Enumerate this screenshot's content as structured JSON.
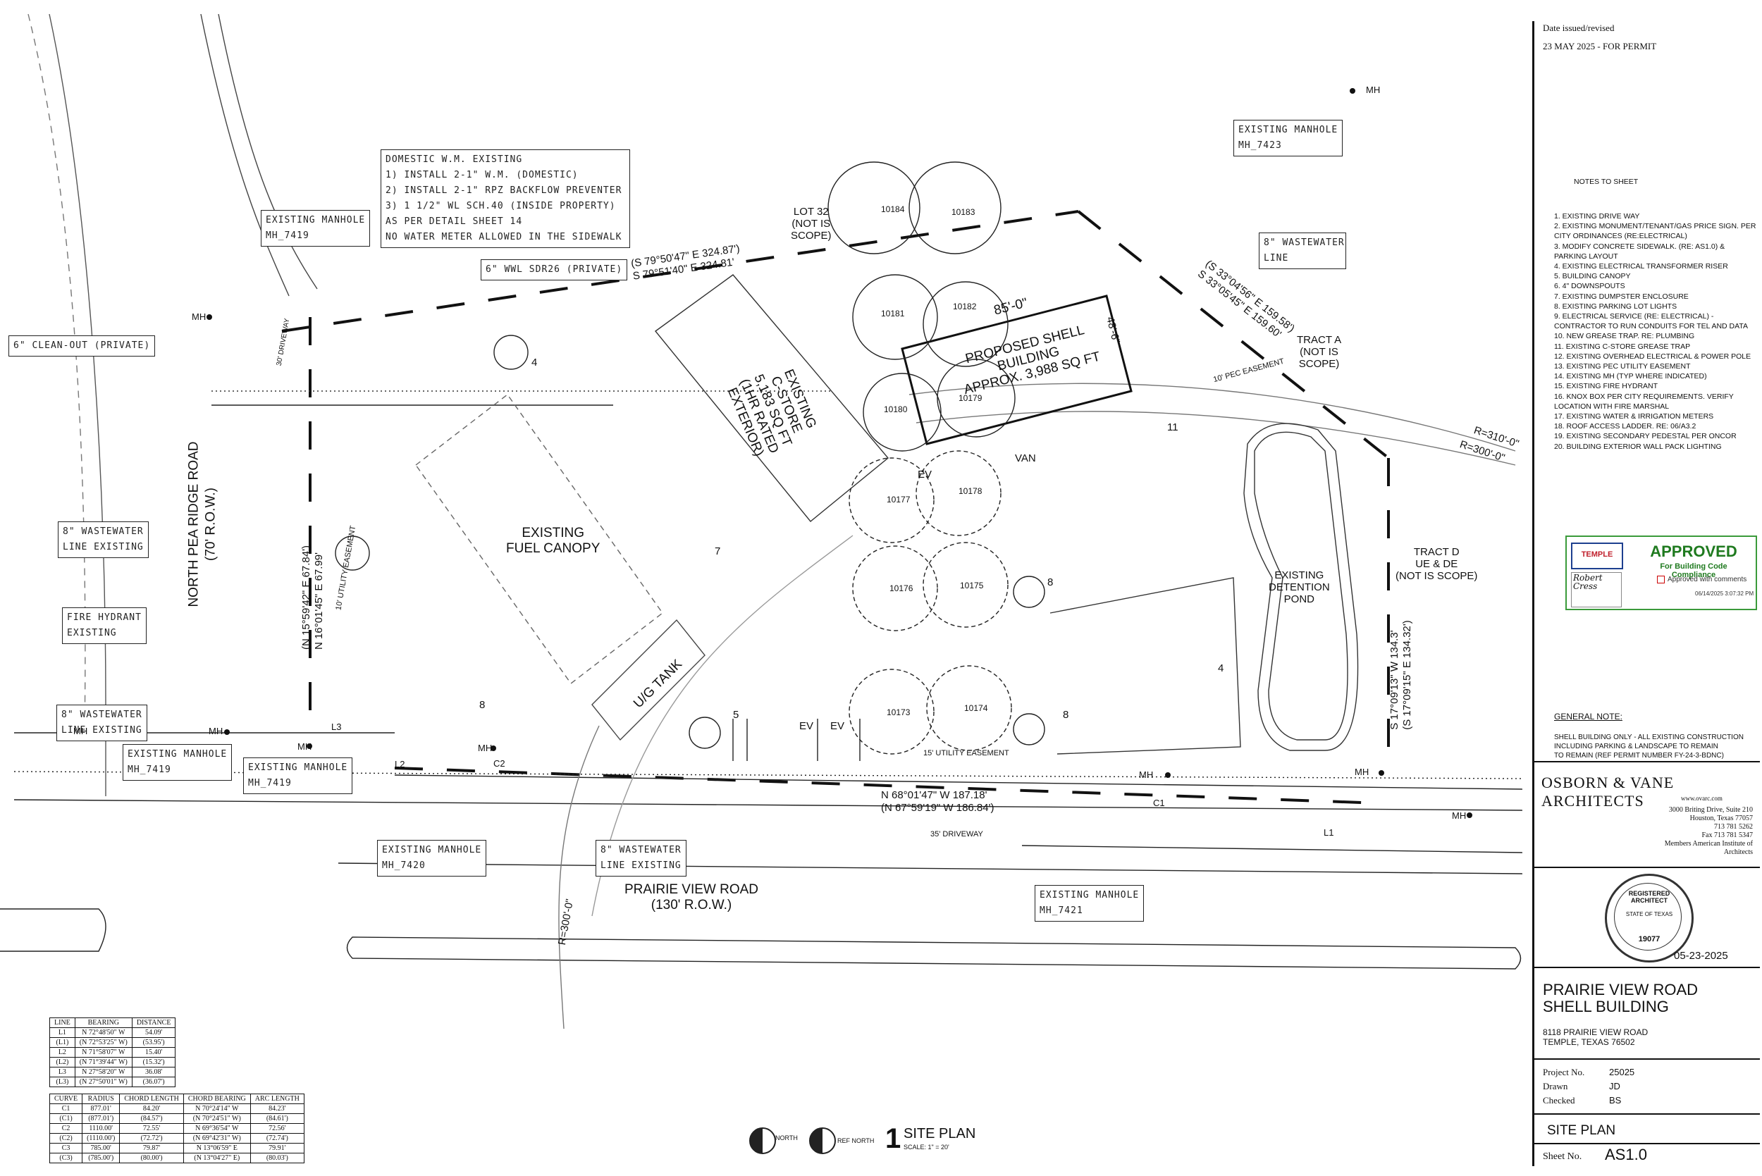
{
  "title_block": {
    "date_label": "Date issued/revised",
    "date_value": "23 MAY 2025 - FOR PERMIT",
    "notes_title": "NOTES TO SHEET",
    "notes": [
      "1.   EXISTING DRIVE WAY",
      "2.   EXISTING MONUMENT/TENANT/GAS PRICE SIGN. PER",
      "      CITY ORDINANCES (RE:ELECTRICAL)",
      "3.   MODIFY CONCRETE SIDEWALK. (RE: AS1.0) &",
      "      PARKING LAYOUT",
      "4.   EXISTING ELECTRICAL TRANSFORMER RISER",
      "5.   BUILDING CANOPY",
      "6.   4\" DOWNSPOUTS",
      "7.   EXISTING DUMPSTER ENCLOSURE",
      "8.   EXISTING PARKING LOT LIGHTS",
      "9.   ELECTRICAL SERVICE (RE: ELECTRICAL) -",
      "      CONTRACTOR TO RUN CONDUITS FOR TEL AND DATA",
      "10. NEW GREASE TRAP. RE: PLUMBING",
      "11. EXISTING C-STORE GREASE TRAP",
      "12. EXISTING OVERHEAD ELECTRICAL & POWER POLE",
      "13. EXISTING PEC UTILITY  EASEMENT",
      "14. EXISTING MH (TYP WHERE INDICATED)",
      "15. EXISTING FIRE HYDRANT",
      "16. KNOX BOX PER CITY REQUIREMENTS. VERIFY",
      "      LOCATION WITH FIRE MARSHAL",
      "17. EXISTING WATER & IRRIGATION METERS",
      "18. ROOF ACCESS LADDER. RE: 06/A3.2",
      "19. EXISTING SECONDARY PEDESTAL PER ONCOR",
      "20. BUILDING EXTERIOR WALL PACK LIGHTING"
    ],
    "stamp": {
      "city_logo": "TEMPLE",
      "title": "APPROVED",
      "subtitle": "For Building Code Compliance",
      "checkbox_label": "Approved with comments",
      "signature": "Robert Cress",
      "date": "06/14/2025 3:07:32 PM"
    },
    "general_note_title": "GENERAL NOTE:",
    "general_note": [
      "SHELL BUILDING ONLY - ALL EXISTING CONSTRUCTION",
      "INCLUDING PARKING & LANDSCAPE TO REMAIN",
      "TO REMAIN (REF PERMIT NUMBER  FY-24-3-BDNC)"
    ],
    "firm": {
      "name": "OSBORN & VANE ARCHITECTS",
      "web": "www.ovarc.com",
      "address1": "3000 Briting Drive, Suite 210",
      "address2": "Houston, Texas 77057",
      "phone": "713 781 5262",
      "fax": "Fax 713 781 5347",
      "member": "Members American Institute of Architects"
    },
    "seal": {
      "text": "REGISTERED ARCHITECT",
      "state": "STATE OF TEXAS",
      "number": "19077",
      "date": "05-23-2025"
    },
    "project_title_1": "PRAIRIE VIEW ROAD",
    "project_title_2": "SHELL BUILDING",
    "address_1": "8118 PRAIRIE VIEW ROAD",
    "address_2": "TEMPLE, TEXAS 76502",
    "project_no_label": "Project No.",
    "project_no": "25025",
    "drawn_label": "Drawn",
    "drawn": "JD",
    "checked_label": "Checked",
    "checked": "BS",
    "sheet_title": "SITE PLAN",
    "sheet_no_label": "Sheet No.",
    "sheet_no": "AS1.0"
  },
  "plan": {
    "callouts": {
      "domestic": [
        "DOMESTIC W.M. EXISTING",
        "1)   INSTALL 2-1\" W.M. (DOMESTIC)",
        "2)   INSTALL 2-1\" RPZ BACKFLOW PREVENTER",
        "3) 1 1/2\" WL SCH.40 (INSIDE PROPERTY)",
        "AS PER DETAIL SHEET 14",
        "NO WATER METER ALLOWED IN THE SIDEWALK"
      ],
      "mh_7419_top": [
        "EXISTING MANHOLE",
        "MH_7419"
      ],
      "mh_7423": [
        "EXISTING MANHOLE",
        "MH_7423"
      ],
      "wastewater_right": [
        "8\" WASTEWATER",
        "LINE"
      ],
      "wwl_sdr26": [
        "6\" WWL SDR26 (PRIVATE)"
      ],
      "cleanout": [
        "6\" CLEAN-OUT (PRIVATE)"
      ],
      "ww_existing_1": [
        "8\" WASTEWATER",
        "LINE EXISTING"
      ],
      "fire_hydrant": [
        "FIRE HYDRANT",
        "EXISTING"
      ],
      "ww_existing_2": [
        "8\" WASTEWATER",
        "LINE EXISTING"
      ],
      "mh_7419_a": [
        "EXISTING MANHOLE",
        "MH_7419"
      ],
      "mh_7419_b": [
        "EXISTING MANHOLE",
        "MH_7419"
      ],
      "mh_7420": [
        "EXISTING MANHOLE",
        "MH_7420"
      ],
      "ww_existing_3": [
        "8\" WASTEWATER",
        "LINE EXISTING"
      ],
      "mh_7421": [
        "EXISTING MANHOLE",
        "MH_7421"
      ]
    },
    "labels": {
      "lot32": [
        "LOT 32",
        "(NOT IS",
        "SCOPE)"
      ],
      "tract_a": [
        "TRACT A",
        "(NOT IS",
        "SCOPE)"
      ],
      "tract_d": [
        "TRACT D",
        "UE & DE",
        "(NOT IS SCOPE)"
      ],
      "proposed": [
        "PROPOSED SHELL",
        "BUILDING",
        "APPROX. 3,988 SQ FT"
      ],
      "c_store": [
        "EXISTING",
        "C-STORE",
        "5,183 SQ FT",
        "(1HR RATED",
        "EXTERIOR)"
      ],
      "canopy": [
        "EXISTING",
        "FUEL CANOPY"
      ],
      "detention": [
        "EXISTING",
        "DETENTION",
        "POND"
      ],
      "ug_tank": "U/G TANK",
      "north_road": [
        "NORTH PEA RIDGE ROAD",
        "(70' R.O.W.)"
      ],
      "prairie_road": [
        "PRAIRIE VIEW ROAD",
        "(130' R.O.W.)"
      ],
      "bearing_top": [
        "(S 79°50'47\" E 324.87')",
        "S 79°51'40\" E 324.81'"
      ],
      "bearing_right_top": [
        "(S 33°04'56\" E 159.58')",
        "S 33°05'45\" E 159.60'"
      ],
      "bearing_right": [
        "S 17°09'13\" W 134.3'",
        "(S 17°09'15\" E 134.32')"
      ],
      "bearing_left": [
        "(N 15°59'42\" E 67.84')",
        "N 16°01'45\" E 67.99'"
      ],
      "bearing_bottom": [
        "N 68°01'47\" W 187.18'",
        "(N 67°59'19\" W 186.84')"
      ],
      "dim_85": "85'-0\"",
      "dim_48": "48'-6\"",
      "van": "VAN",
      "ev": "EV",
      "driveway_35": "35' DRIVEWAY",
      "driveway_30": "30' DRIVEWAY",
      "utility_15": "15' UTILITY EASEMENT",
      "pec_easement": "10' PEC EASEMENT",
      "util_easement_left": "10' UTILITY EASEMENT",
      "r_310": "R=310'-0\"",
      "r_300": "R=300'-0\"",
      "r_300_b": "R=300'-0\"",
      "mh": "MH",
      "trees": [
        "10184",
        "10183",
        "10181",
        "10182",
        "10180",
        "10179",
        "10177",
        "10178",
        "10176",
        "10175",
        "10173",
        "10174"
      ],
      "stall_counts": [
        "4",
        "7",
        "8",
        "11",
        "8",
        "4",
        "8",
        "5"
      ],
      "points": [
        "L1",
        "L2",
        "L3",
        "C1",
        "C2"
      ]
    },
    "north_label": "NORTH",
    "ref_north_label": "REF NORTH",
    "view_number": "1",
    "view_title": "SITE PLAN",
    "scale": "SCALE:  1\" = 20'"
  },
  "line_table": {
    "headers": [
      "LINE",
      "BEARING",
      "DISTANCE"
    ],
    "rows": [
      [
        "L1",
        "N 72°48'50\" W",
        "54.09'"
      ],
      [
        "(L1)",
        "(N 72°53'25\" W)",
        "(53.95')"
      ],
      [
        "L2",
        "N 71°58'07\" W",
        "15.40'"
      ],
      [
        "(L2)",
        "(N 71°39'44\" W)",
        "(15.32')"
      ],
      [
        "L3",
        "N 27°58'20\" W",
        "36.08'"
      ],
      [
        "(L3)",
        "(N 27°50'01\" W)",
        "(36.07')"
      ]
    ]
  },
  "curve_table": {
    "headers": [
      "CURVE",
      "RADIUS",
      "CHORD LENGTH",
      "CHORD BEARING",
      "ARC LENGTH"
    ],
    "rows": [
      [
        "C1",
        "877.01'",
        "84.20'",
        "N 70°24'14\" W",
        "84.23'"
      ],
      [
        "(C1)",
        "(877.01')",
        "(84.57')",
        "(N 70°24'51\" W)",
        "(84.61')"
      ],
      [
        "C2",
        "1110.00'",
        "72.55'",
        "N 69°36'54\" W",
        "72.56'"
      ],
      [
        "(C2)",
        "(1110.00')",
        "(72.72')",
        "(N 69°42'31\" W)",
        "(72.74')"
      ],
      [
        "C3",
        "785.00'",
        "79.87'",
        "N 13°06'59\" E",
        "79.91'"
      ],
      [
        "(C3)",
        "(785.00')",
        "(80.00')",
        "(N 13°04'27\" E)",
        "(80.03')"
      ]
    ]
  }
}
